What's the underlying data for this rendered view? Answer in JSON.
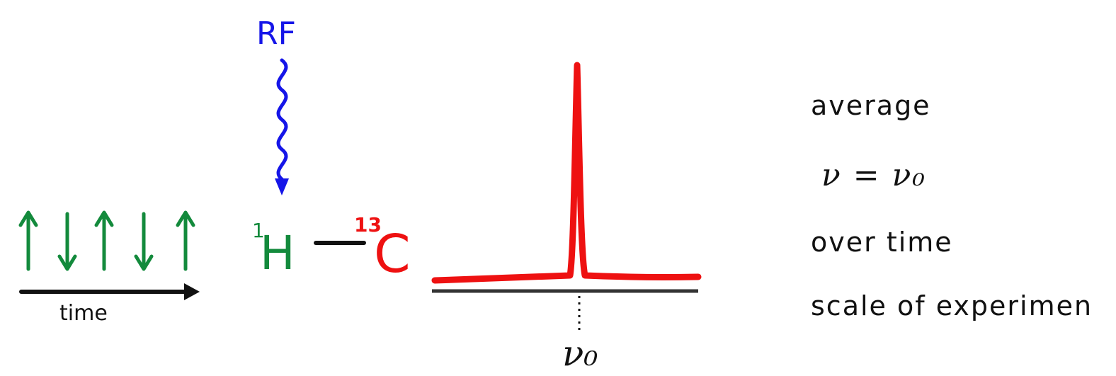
{
  "rf_label": "RF",
  "spin_arrows": [
    "up",
    "down",
    "up",
    "down",
    "up"
  ],
  "time_label": "time",
  "atom_h": {
    "mass": "1",
    "symbol": "H"
  },
  "atom_c": {
    "mass": "13",
    "symbol": "C"
  },
  "peak_label": "ν₀",
  "notes": {
    "line1": "average",
    "line2": "ν = ν₀",
    "line3": "over  time",
    "line4": "scale of experimen"
  },
  "colors": {
    "rf": "#1515e8",
    "spin": "#138a3c",
    "carbon": "#ee1111",
    "ink": "#111111"
  }
}
